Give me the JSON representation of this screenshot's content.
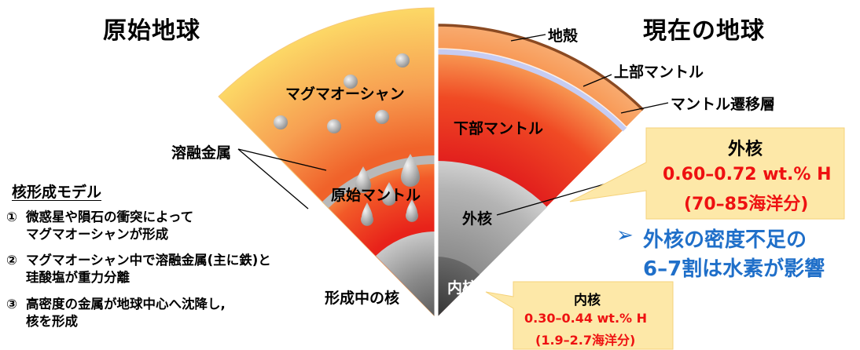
{
  "left": {
    "title": "原始地球",
    "labels": {
      "magma_ocean": "マグマオーシャン",
      "molten_metal": "溶融金属",
      "primitive_mantle": "原始マントル",
      "forming_core": "形成中の核"
    }
  },
  "right": {
    "title": "現在の地球",
    "labels": {
      "crust": "地殻",
      "upper_mantle": "上部マントル",
      "transition_zone": "マントル遷移層",
      "lower_mantle": "下部マントル",
      "outer_core": "外核",
      "inner_core": "内核"
    }
  },
  "model": {
    "title": "核形成モデル",
    "steps": [
      {
        "num": "①",
        "lines": [
          "微惑星や隕石の衝突によって",
          "マグマオーシャンが形成"
        ]
      },
      {
        "num": "②",
        "lines": [
          "マグマオーシャン中で溶融金属(主に鉄)と",
          "珪酸塩が重力分離"
        ]
      },
      {
        "num": "③",
        "lines": [
          "高密度の金属が地球中心へ沈降し,",
          "核を形成"
        ]
      }
    ]
  },
  "outer_core_callout": {
    "title": "外核",
    "value": "0.60–0.72 wt.% H",
    "oceans": "(70–85海洋分)"
  },
  "inner_core_callout": {
    "title": "内核",
    "value": "0.30–0.44 wt.% H",
    "oceans": "(1.9–2.7海洋分)"
  },
  "conclusion": {
    "arrow": "➢",
    "line1": "外核の密度不足の",
    "line2": "6–7割は水素が影響"
  },
  "colors": {
    "magma_yellow": "#fcd866",
    "magma_orange": "#f7a052",
    "mantle_red": "#e8221a",
    "crust_brown": "#8b4a22",
    "transition_blue": "#c6ccf2",
    "core_gray": "#9e9e9e",
    "inner_core_dark": "#4a4a4a",
    "callout_fill": "#fde8a8",
    "highlight_red": "#ee1111",
    "conclusion_blue": "#1f6fc9"
  }
}
